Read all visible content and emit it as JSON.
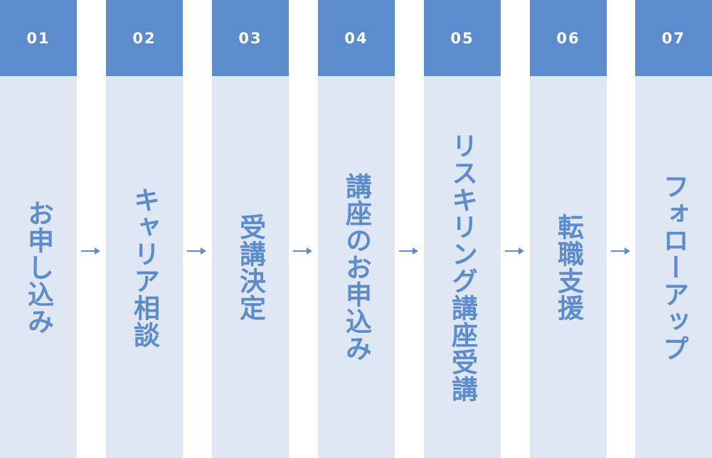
{
  "steps": [
    {
      "number": "01",
      "label": "お申し込み"
    },
    {
      "number": "02",
      "label": "キャリア相談"
    },
    {
      "number": "03",
      "label": "受講決定"
    },
    {
      "number": "04",
      "label": "講座のお申込み"
    },
    {
      "number": "05",
      "label": "リスキリング講座受講"
    },
    {
      "number": "06",
      "label": "転職支援"
    },
    {
      "number": "07",
      "label": "フォローアップ"
    }
  ],
  "colors": {
    "header": "#5c8ccb",
    "column": "#dfe7f4",
    "text": "#5c8ccb",
    "arrow": "#5c8ccb"
  }
}
